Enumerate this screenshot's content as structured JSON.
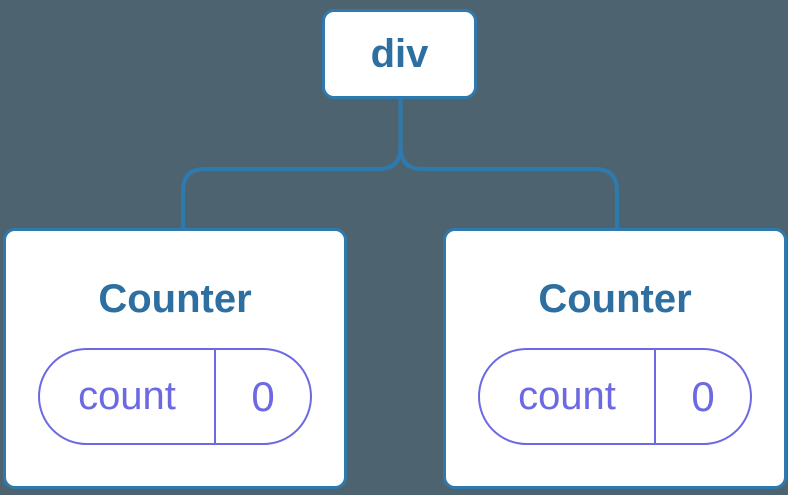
{
  "diagram": {
    "description": "Component tree diagram: a div root node with two Counter children, each holding a count state of 0",
    "colors": {
      "background": "#4D6470",
      "node_fill": "#FFFFFF",
      "node_border": "#2E7AAE",
      "node_text": "#2D6FA1",
      "state_accent": "#6C69E3"
    },
    "tree": {
      "root": {
        "label": "div"
      },
      "children": [
        {
          "title": "Counter",
          "state": {
            "key": "count",
            "value": "0"
          }
        },
        {
          "title": "Counter",
          "state": {
            "key": "count",
            "value": "0"
          }
        }
      ]
    }
  }
}
